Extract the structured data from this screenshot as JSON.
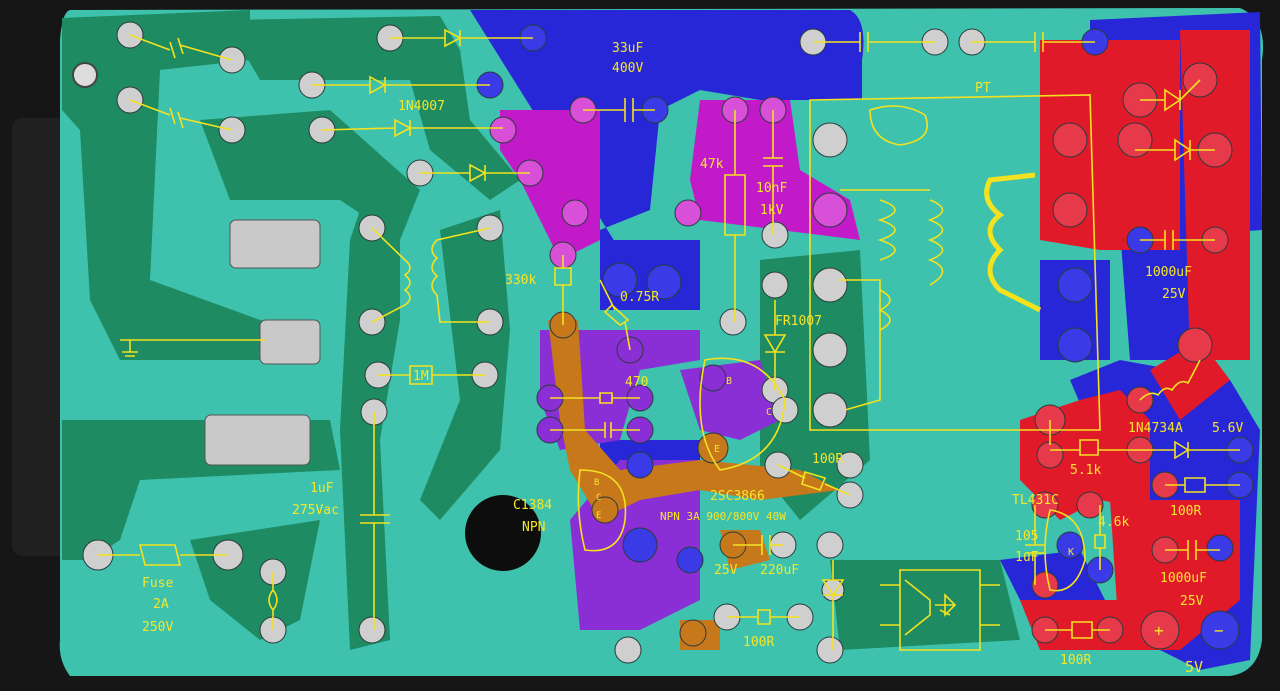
{
  "colors": {
    "board": "#3ec2ad",
    "trace_dark": "#1e8b62",
    "copper_blue": "#2727d8",
    "copper_magenta": "#c21ac9",
    "copper_purple": "#8a2fd6",
    "copper_red": "#e11a2a",
    "copper_orange": "#c6781b",
    "annotation": "#f3e21f"
  },
  "labels": {
    "cap_33uF": "33uF",
    "cap_400V": "400V",
    "diode_1n4007": "1N4007",
    "transformer_pt": "PT",
    "res_47k": "47k",
    "cap_10nF": "10nF",
    "cap_1kV": "1kV",
    "res_330k": "330k",
    "res_075r": "0.75R",
    "diode_fr1007": "FR1007",
    "res_1m": "1M",
    "res_470": "470",
    "cap_1000uF_top": "1000uF",
    "volt_25v_top": "25V",
    "cap_1uF": "1uF",
    "volt_275vac": "275Vac",
    "transistor_c1384": "C1384",
    "npn_label": "NPN",
    "transistor_2sc3866": "2SC3866",
    "transistor_spec": "NPN 3A 900/800V 40W",
    "res_100r_mid": "100R",
    "zener_1n4734a": "1N4734A",
    "zener_5v6": "5.6V",
    "res_5_1k": "5.1k",
    "ic_tl431c": "TL431C",
    "cap_105": "105",
    "cap_1uF_right": "1uF",
    "res_4_6k": "4.6k",
    "res_100r_right": "100R",
    "cap_1000uF_bottom": "1000uF",
    "volt_25v_bottom": "25V",
    "res_100r_bottom_right": "100R",
    "out_5v": "5V",
    "volt_25v_lower": "25V",
    "cap_220uF": "220uF",
    "res_100r_lower": "100R",
    "fuse": "Fuse",
    "fuse_2a": "2A",
    "fuse_250v": "250V",
    "pin_b": "B",
    "pin_c": "C",
    "pin_e": "E",
    "pin_c2": "C",
    "pin_b2": "B",
    "pin_e2": "E",
    "pin_k": "K",
    "pin_plus": "+",
    "pin_minus": "−"
  }
}
